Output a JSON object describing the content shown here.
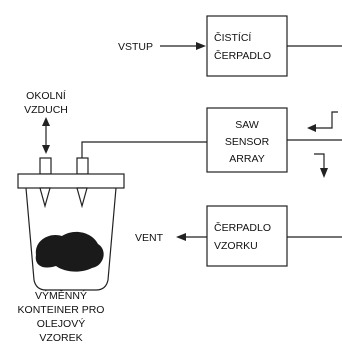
{
  "boxes": {
    "cleaning_pump": [
      "ČISTÍCÍ",
      "ČERPADLO"
    ],
    "saw_sensor": [
      "SAW",
      "SENSOR",
      "ARRAY"
    ],
    "sample_pump": [
      "ČERPADLO",
      "VZORKU"
    ]
  },
  "labels": {
    "input": "VSTUP",
    "vent": "VENT",
    "ambient_air": [
      "OKOLNÍ",
      "VZDUCH"
    ],
    "container": [
      "VÝMĚNNÝ",
      "KONTEINER PRO",
      "OLEJOVÝ",
      "VZOREK"
    ]
  },
  "colors": {
    "line": "#222222",
    "oil": "#1a1a1a"
  }
}
